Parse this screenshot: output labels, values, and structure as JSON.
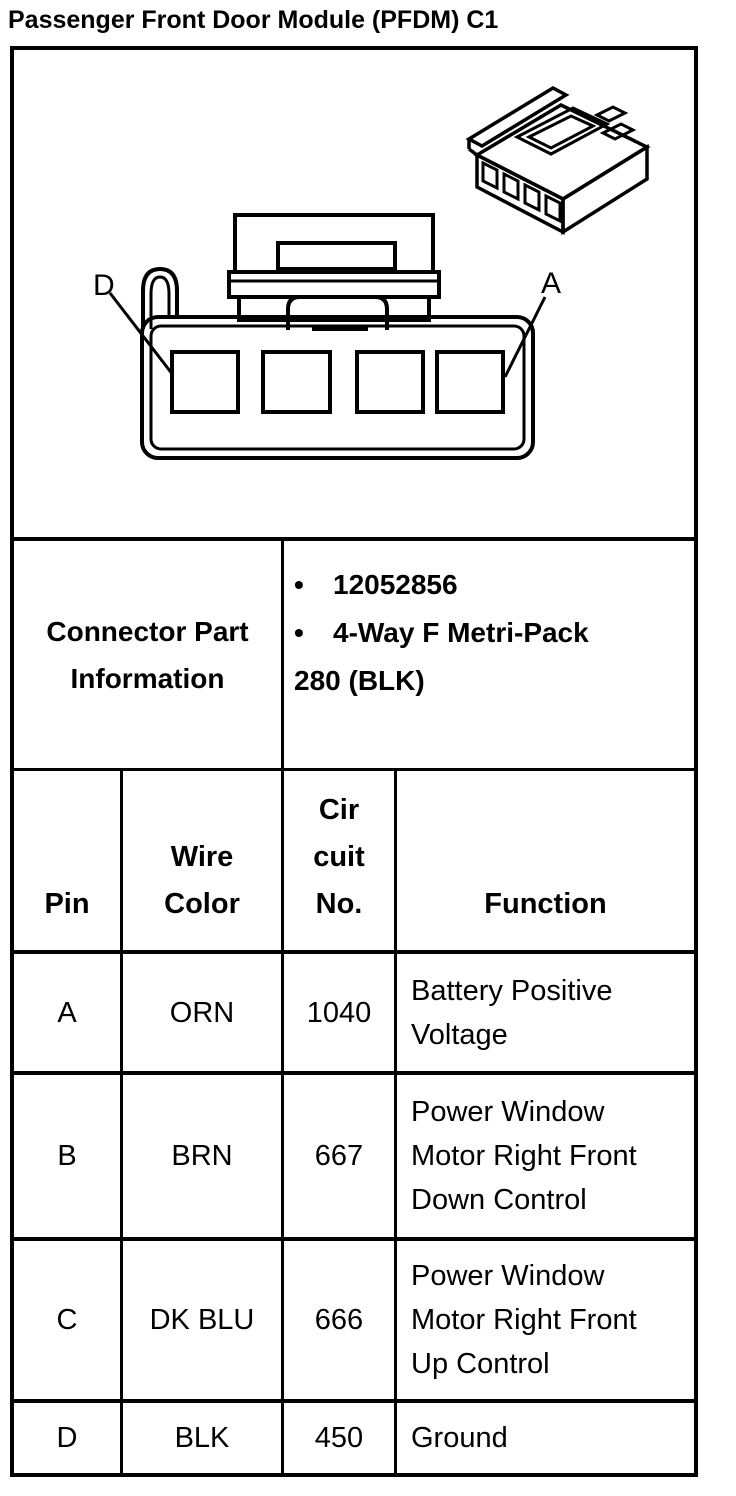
{
  "page": {
    "title": "Passenger Front Door Module (PFDM) C1"
  },
  "colors": {
    "ink": "#000000",
    "paper": "#ffffff"
  },
  "diagram": {
    "label_d": "D",
    "label_a": "A"
  },
  "part_info": {
    "heading_lines": [
      "Connector Part",
      "Information"
    ],
    "bullet_icon": "•",
    "bullets": [
      "12052856",
      "4-Way F Metri-Pack"
    ],
    "continuation": "280 (BLK)"
  },
  "pin_table": {
    "headers": {
      "pin": [
        "Pin"
      ],
      "wire_color": [
        "Wire",
        "Color"
      ],
      "circuit_no": [
        "Cir",
        "cuit",
        "No."
      ],
      "function": [
        "Function"
      ]
    },
    "rows": [
      {
        "pin": "A",
        "wire_color": "ORN",
        "circuit_no": "1040",
        "function_lines": [
          "Battery Positive",
          "Voltage"
        ]
      },
      {
        "pin": "B",
        "wire_color": "BRN",
        "circuit_no": "667",
        "function_lines": [
          "Power Window",
          "Motor Right Front",
          "Down Control"
        ]
      },
      {
        "pin": "C",
        "wire_color": "DK BLU",
        "circuit_no": "666",
        "function_lines": [
          "Power Window",
          "Motor Right Front",
          "Up Control"
        ]
      },
      {
        "pin": "D",
        "wire_color": "BLK",
        "circuit_no": "450",
        "function_lines": [
          "Ground"
        ]
      }
    ]
  }
}
